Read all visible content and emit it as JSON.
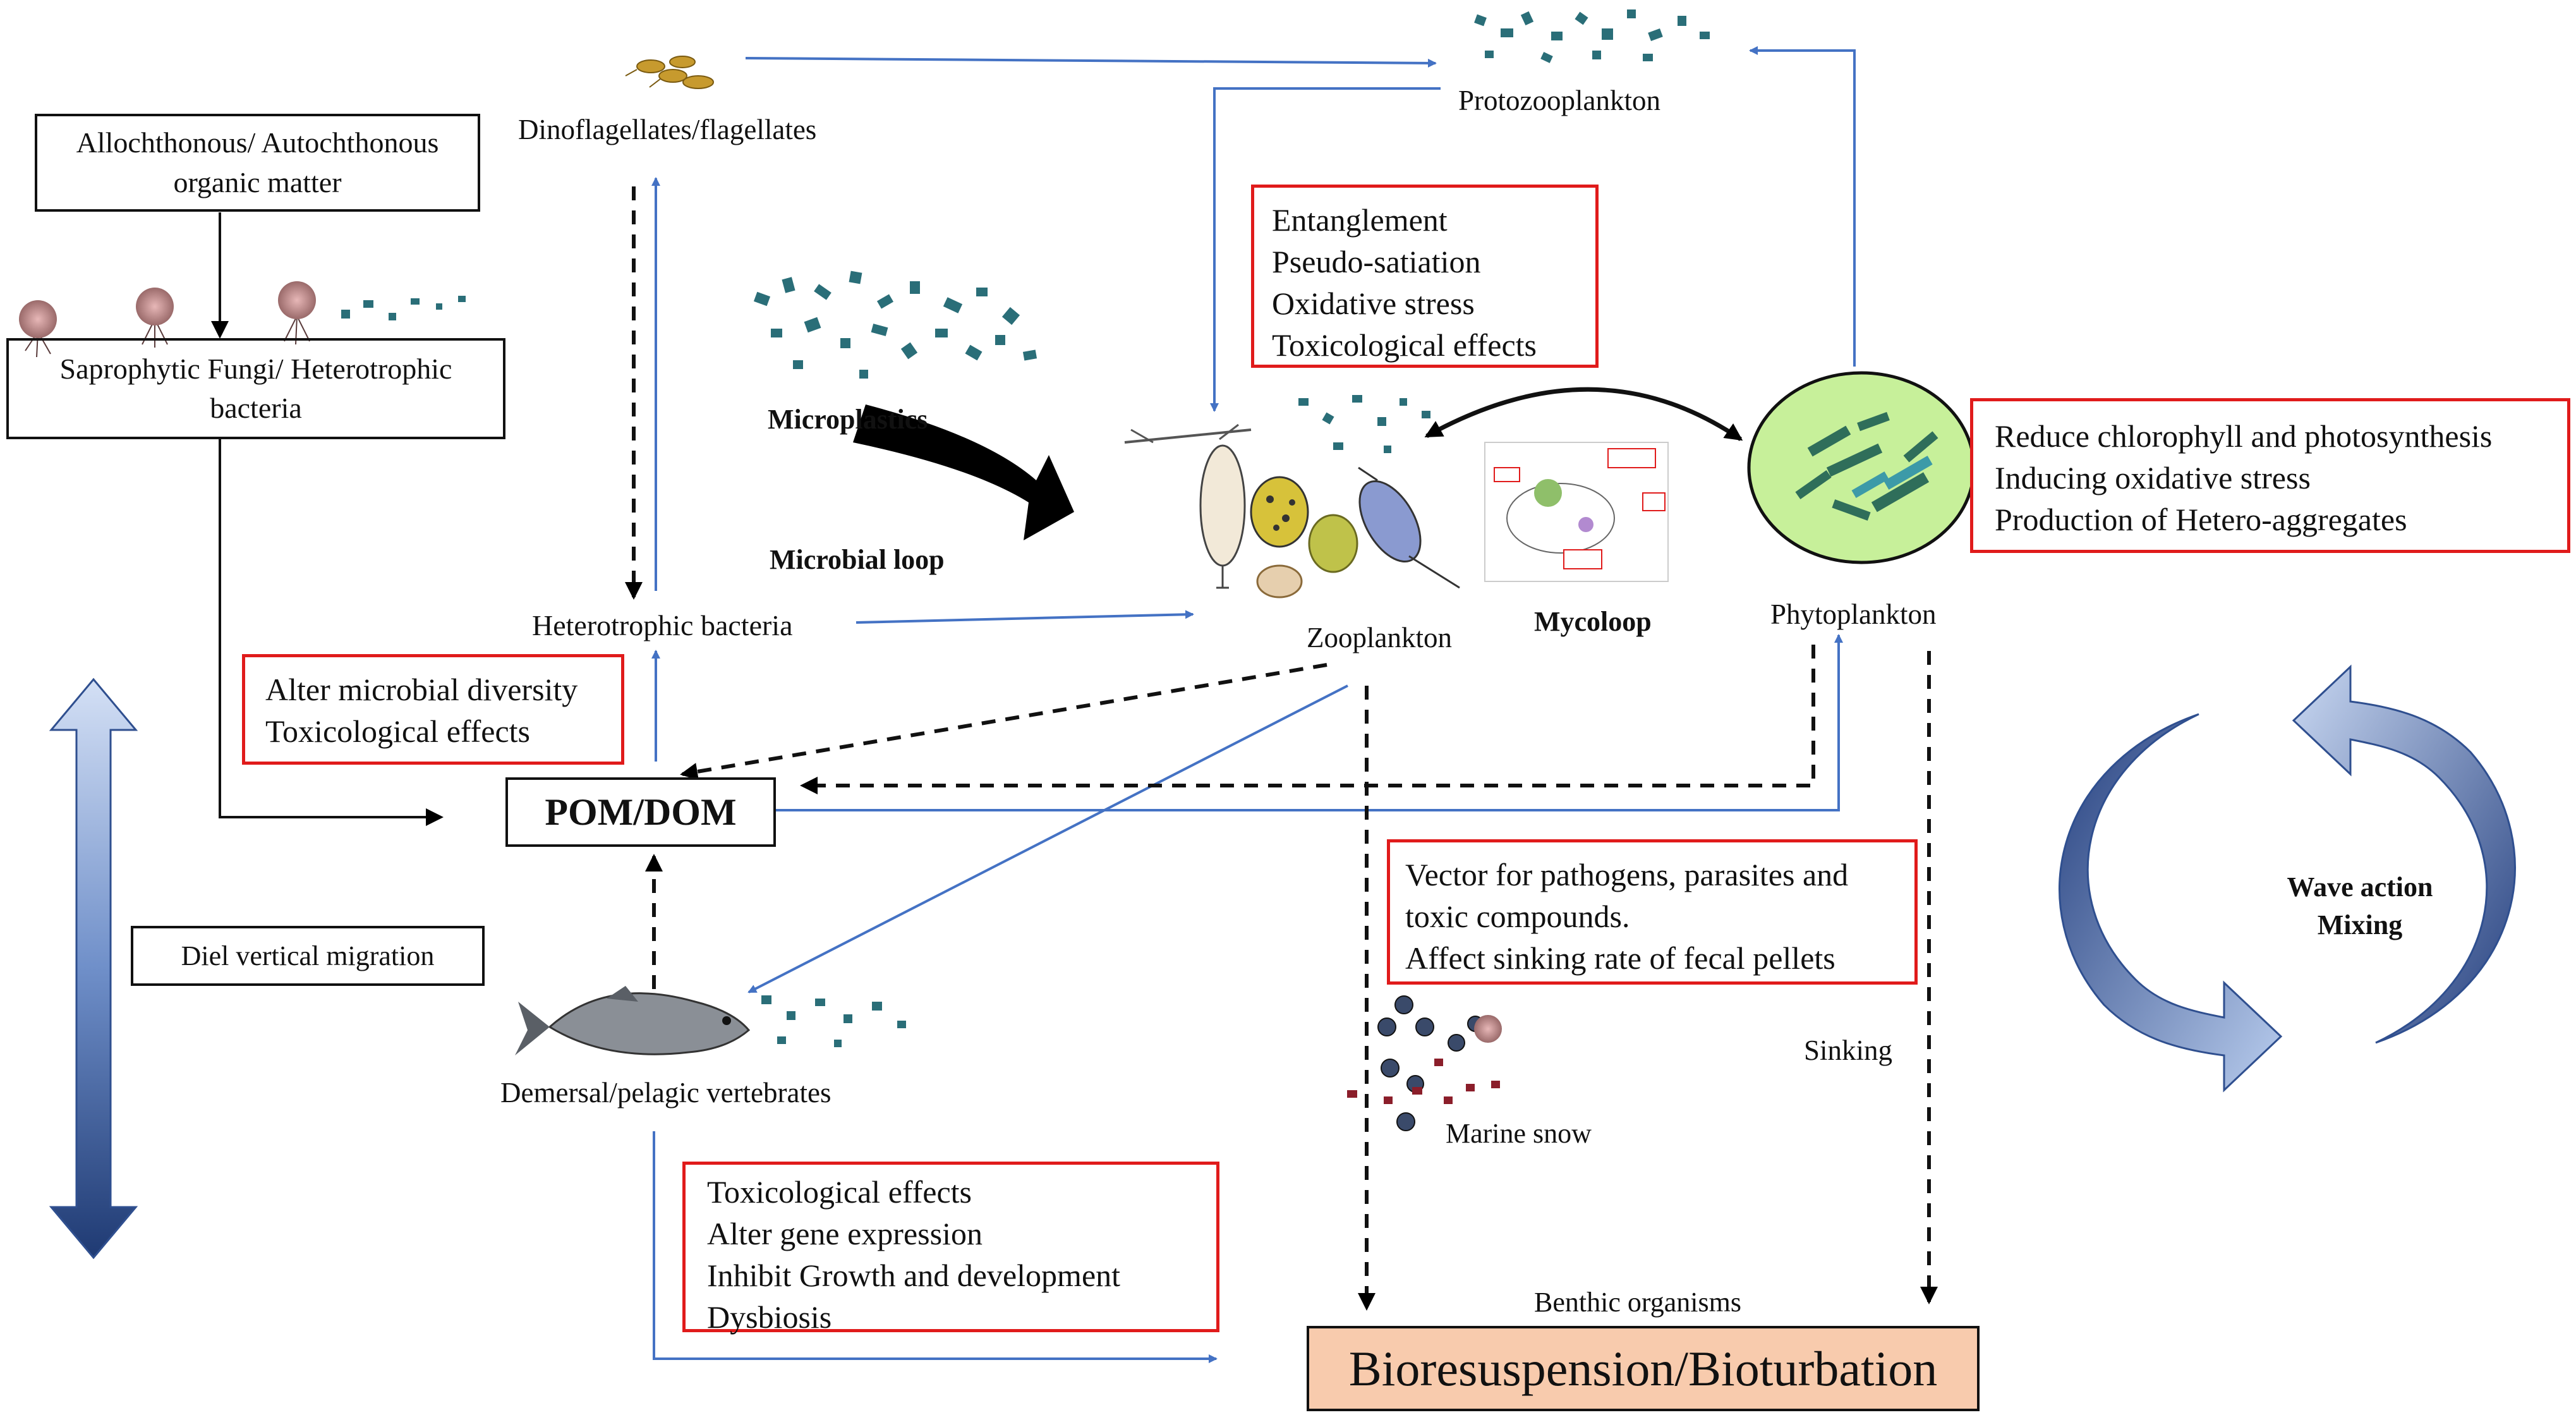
{
  "nodes": {
    "allochthonous": "Allochthonous/ Autochthonous organic matter",
    "saprophytic": "Saprophytic Fungi/ Heterotrophic bacteria",
    "dinoflagellates": "Dinoflagellates/flagellates",
    "protozooplankton": "Protozooplankton",
    "microplastics": "Microplastics",
    "microbial_loop": "Microbial loop",
    "heterotrophic_bacteria": "Heterotrophic bacteria",
    "zooplankton": "Zooplankton",
    "mycoloop": "Mycoloop",
    "phytoplankton": "Phytoplankton",
    "pom_dom": "POM/DOM",
    "diel_migration": "Diel vertical migration",
    "vertebrates": "Demersal/pelagic vertebrates",
    "marine_snow": "Marine snow",
    "sinking": "Sinking",
    "benthic": "Benthic organisms",
    "bioresuspension": "Bioresuspension/Bioturbation",
    "wave_action": "Wave action",
    "mixing": "Mixing"
  },
  "effects": {
    "zooplankton": [
      "Entanglement",
      "Pseudo-satiation",
      "Oxidative stress",
      "Toxicological effects"
    ],
    "phytoplankton": [
      "Reduce chlorophyll and photosynthesis",
      "Inducing oxidative stress",
      "Production of Hetero-aggregates"
    ],
    "bacteria": [
      "Alter microbial diversity",
      "Toxicological effects"
    ],
    "vector": [
      "Vector for pathogens, parasites and",
      "toxic compounds.",
      "Affect sinking rate of fecal pellets"
    ],
    "vertebrates": [
      "Toxicological effects",
      "Alter gene expression",
      "Inhibit Growth and development",
      "Dysbiosis"
    ]
  },
  "colors": {
    "blue_arrow": "#4472c4",
    "effect_border": "#e01b1b",
    "bioturbation_fill": "#f8cbad",
    "microplastic": "#2a6e78",
    "phytoplankton_cell": "#c7f09a",
    "dark_blue_arrow": "#1f3a73",
    "light_blue_arrow": "#b9cdee"
  },
  "icons": [
    "microplastic-fragments-icon",
    "dinoflagellate-icon",
    "fungal-spore-icon",
    "copepod-icon",
    "fish-icon",
    "marine-snow-icon",
    "mycoloop-inset-icon",
    "phytoplankton-cell-icon"
  ]
}
